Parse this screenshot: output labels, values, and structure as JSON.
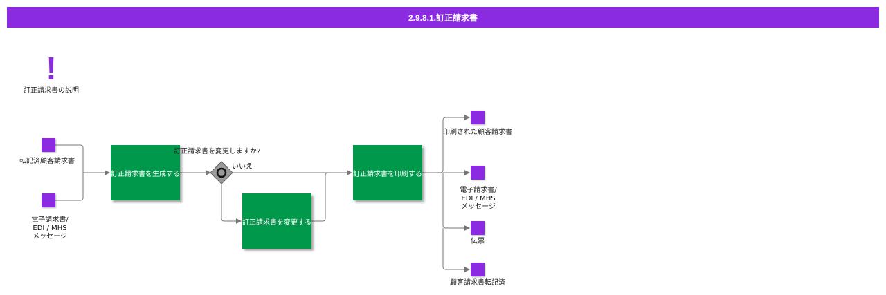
{
  "header": {
    "title": "2.9.8.1.訂正請求書"
  },
  "note": {
    "label": "訂正請求書の説明",
    "icon": "exclamation-icon"
  },
  "inputs": {
    "converted_invoice": "転記済顧客請求書",
    "edi_line1": "電子請求書/",
    "edi_line2": "EDI / MHS",
    "edi_line3": "メッセージ"
  },
  "tasks": {
    "generate": "訂正請求書を生成する",
    "change": "訂正請求書を変更する",
    "print": "訂正請求書を印刷する"
  },
  "gateway": {
    "question": "訂正請求書を変更しますか?",
    "no_label": "いいえ"
  },
  "outputs": {
    "printed_invoice": "印刷された顧客請求書",
    "edi_line1": "電子請求書/",
    "edi_line2": "EDI / MHS",
    "edi_line3": "メッセージ",
    "voucher": "伝票",
    "posted_invoice": "顧客請求書転記済"
  },
  "colors": {
    "header": "#8a2be2",
    "task": "#00994c",
    "data_object": "#8a2be2",
    "connector": "#777777"
  }
}
